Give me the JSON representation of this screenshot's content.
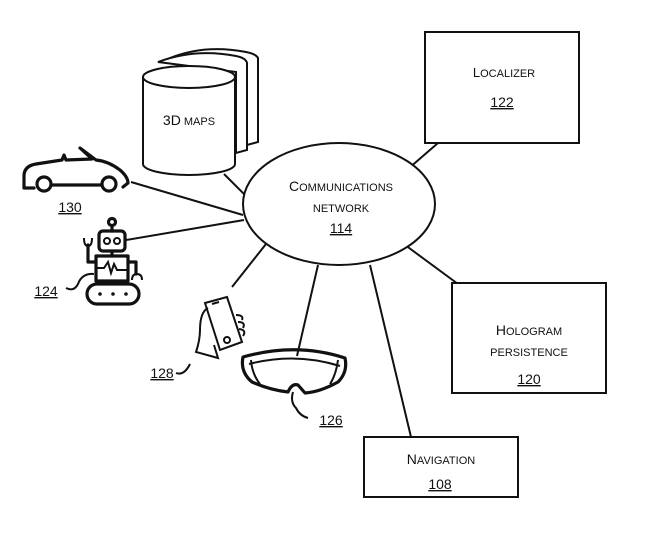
{
  "figure": {
    "title": "Communications network system diagram",
    "hub": {
      "line1_cap": "C",
      "line1_rest": "OMMUNICATIONS",
      "line2": "NETWORK",
      "ref": "114"
    },
    "nodes": {
      "maps": {
        "cap": "3D",
        "rest": " MAPS",
        "icon": "database-cylinder-icon"
      },
      "localizer": {
        "cap": "L",
        "rest": "OCALIZER",
        "ref": "122"
      },
      "hologram": {
        "line1_cap": "H",
        "line1_rest": "OLOGRAM",
        "line2": "PERSISTENCE",
        "ref": "120"
      },
      "navigation": {
        "cap": "N",
        "rest": "AVIGATION",
        "ref": "108"
      },
      "car": {
        "ref": "130",
        "icon": "convertible-car-icon"
      },
      "robot": {
        "ref": "124",
        "icon": "robot-icon"
      },
      "phone": {
        "ref": "128",
        "icon": "hand-holding-phone-icon"
      },
      "headset": {
        "ref": "126",
        "icon": "mixed-reality-headset-icon"
      }
    },
    "connections": [
      [
        "hub",
        "maps"
      ],
      [
        "hub",
        "localizer"
      ],
      [
        "hub",
        "car"
      ],
      [
        "hub",
        "robot"
      ],
      [
        "hub",
        "phone"
      ],
      [
        "hub",
        "headset"
      ],
      [
        "hub",
        "navigation"
      ],
      [
        "hub",
        "hologram"
      ]
    ]
  }
}
